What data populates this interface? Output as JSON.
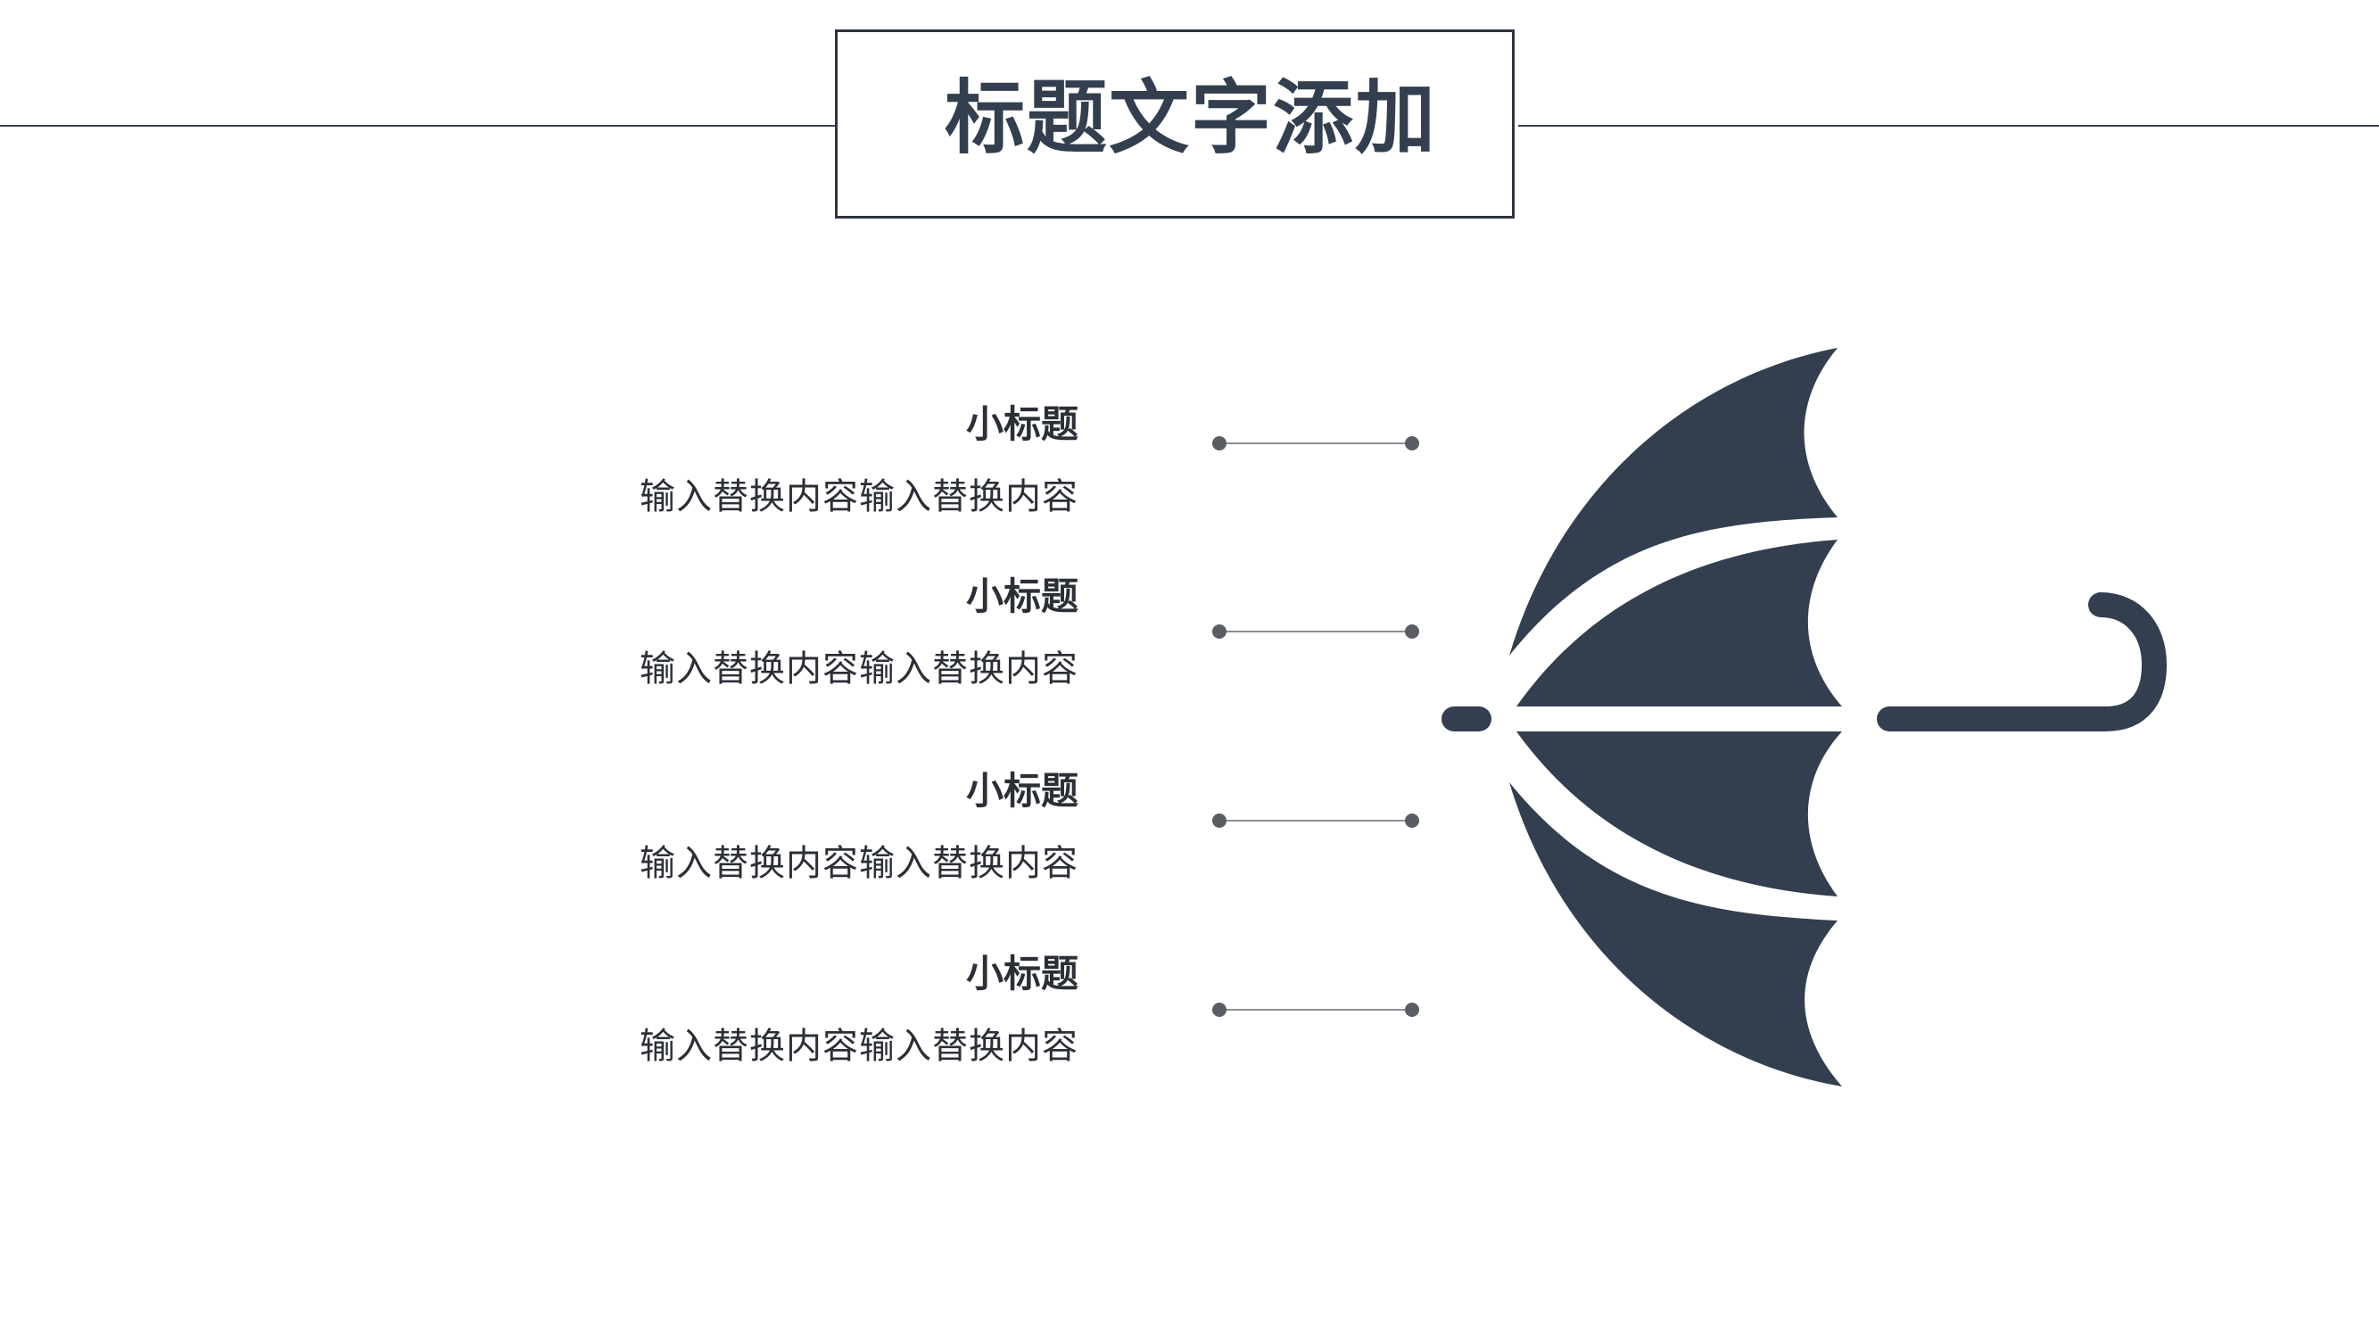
{
  "title": "标题文字添加",
  "items": [
    {
      "title": "小标题",
      "desc": "输入替换内容输入替换内容"
    },
    {
      "title": "小标题",
      "desc": "输入替换内容输入替换内容"
    },
    {
      "title": "小标题",
      "desc": "输入替换内容输入替换内容"
    },
    {
      "title": "小标题",
      "desc": "输入替换内容输入替换内容"
    }
  ],
  "colors": {
    "primary": "#333f4f",
    "text": "#2b2f36",
    "connector": "#5a5e64"
  }
}
